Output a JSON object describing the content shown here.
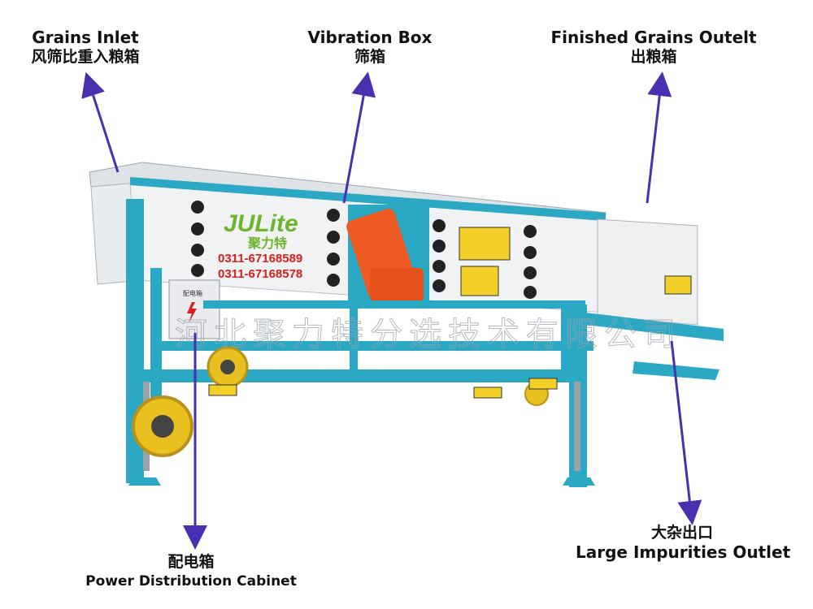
{
  "labels": {
    "grains_inlet": {
      "en": "Grains Inlet",
      "zh": "风筛比重入粮箱"
    },
    "vibration_box": {
      "en": "Vibration Box",
      "zh": "筛箱"
    },
    "finished_outlet": {
      "en": "Finished Grains Outelt",
      "zh": "出粮箱"
    },
    "impurities_outlet": {
      "zh": "大杂出口",
      "en": "Large Impurities Outlet"
    },
    "power_cabinet": {
      "zh": "配电箱",
      "en": "Power Distribution Cabinet"
    }
  },
  "machine": {
    "logo": "JULite",
    "logo_cn": "聚力特",
    "phone1": "0311-67168589",
    "phone2": "0311-67168578",
    "cabinet_label": "配电箱",
    "watermark": "河北聚力特分选技术有限公司"
  },
  "colors": {
    "frame": "#2aa8c4",
    "panel": "#f2f3f5",
    "arrow": "#4a2fb0",
    "motor": "#ee5b22",
    "wheel": "#e8c020"
  }
}
